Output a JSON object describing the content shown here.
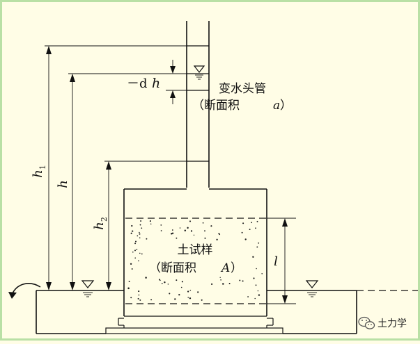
{
  "labels": {
    "h1": "h",
    "h1_sub": "1",
    "h": "h",
    "h2": "h",
    "h2_sub": "2",
    "dh_minus": "－d",
    "dh_var": "h",
    "l": "l",
    "pipe_title": "变水头管",
    "pipe_area_prefix": "（断面积 ",
    "pipe_area_var": "a",
    "pipe_area_suffix": "）",
    "soil_title": "土试样",
    "soil_area_prefix": "（断面积 ",
    "soil_area_var": "A",
    "soil_area_suffix": "）"
  },
  "watermark": {
    "icon": "wechat-icon",
    "text": "土力学"
  },
  "colors": {
    "background": "#fffde6",
    "border": "#b9e0a5",
    "ink": "#111111"
  }
}
